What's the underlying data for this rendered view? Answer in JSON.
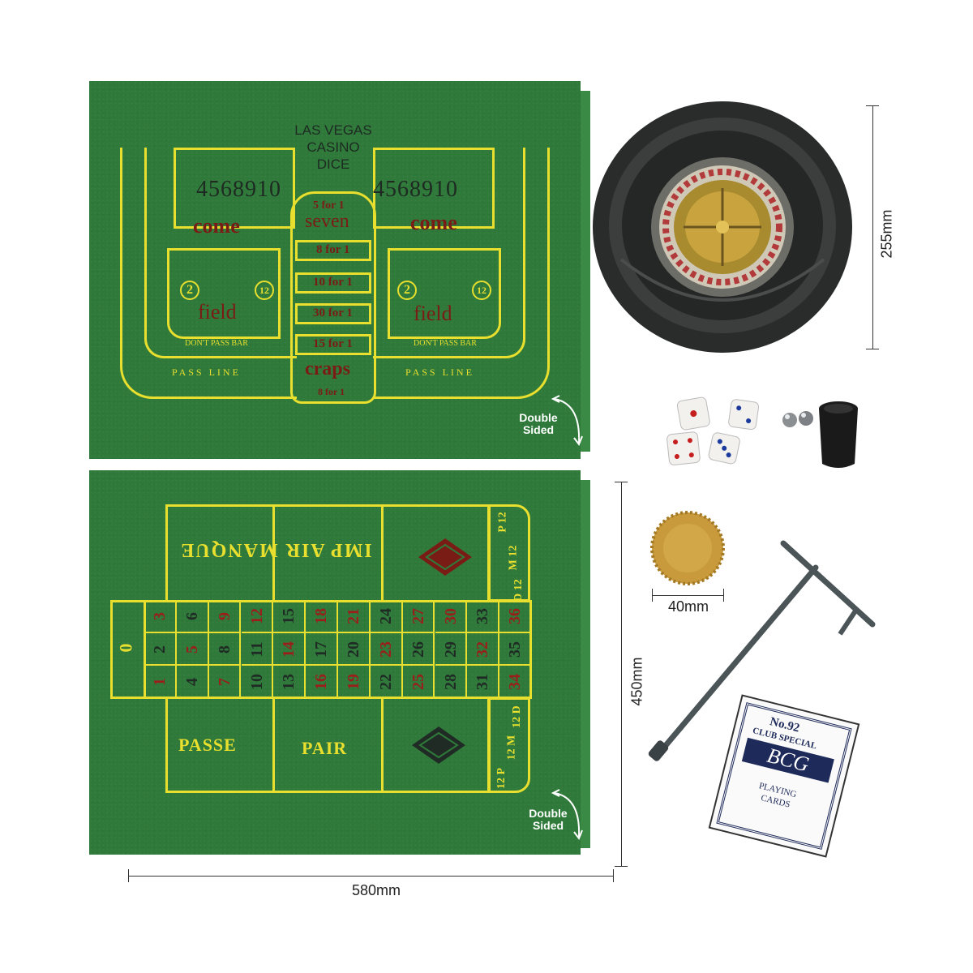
{
  "craps": {
    "title_line1": "LAS VEGAS",
    "title_line2": "CASINO",
    "title_line3": "DICE",
    "come": "come",
    "field": "field",
    "pass_line": "PASS LINE",
    "dont_pass_bar": "DON'T PASS BAR",
    "place_numbers": "4568910",
    "seven": "seven",
    "seven_odds": "5 for 1",
    "odds": [
      "8 for 1",
      "10 for 1",
      "30 for 1",
      "15 for 1"
    ],
    "craps": "craps",
    "craps_odds": "8 for 1",
    "field_two": "2",
    "field_twelve": "12"
  },
  "roulette": {
    "impair_manque": "IMP AIR MANQUE",
    "passe": "PASSE",
    "pair": "PAIR",
    "zero": "0",
    "dozens_top": [
      "P 12",
      "M 12",
      "D 12"
    ],
    "dozens_bottom": [
      "12 D",
      "12 M",
      "12 P"
    ],
    "rows": [
      [
        "3",
        "6",
        "9",
        "12",
        "15",
        "18",
        "21",
        "24",
        "27",
        "30",
        "33",
        "36"
      ],
      [
        "2",
        "5",
        "8",
        "11",
        "14",
        "17",
        "20",
        "23",
        "26",
        "29",
        "32",
        "35"
      ],
      [
        "1",
        "4",
        "7",
        "10",
        "13",
        "16",
        "19",
        "22",
        "25",
        "28",
        "31",
        "34"
      ]
    ],
    "reds": [
      "1",
      "3",
      "5",
      "7",
      "9",
      "12",
      "14",
      "16",
      "18",
      "19",
      "21",
      "23",
      "25",
      "27",
      "30",
      "32",
      "34",
      "36"
    ]
  },
  "labels": {
    "double_sided_top": "Double Sided",
    "double_sided_bottom": "Double Sided",
    "wheel_dim": "255mm",
    "mat_height_dim": "450mm",
    "mat_width_dim": "580mm",
    "chip_dim": "40mm"
  },
  "cards": {
    "number": "No.92",
    "brand_line": "CLUB SPECIAL",
    "brand": "BCG",
    "sub1": "PLAYING",
    "sub2": "CARDS"
  },
  "colors": {
    "felt": "#2f7a3a",
    "print_yellow": "#e8df2e",
    "print_red": "#7a1c16"
  }
}
